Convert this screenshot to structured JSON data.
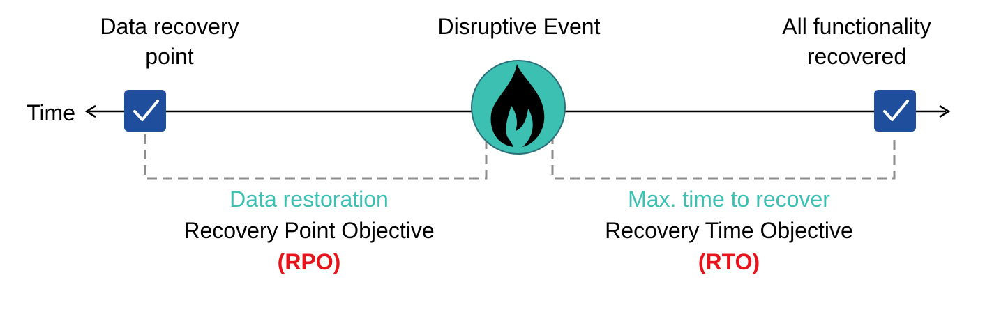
{
  "labels": {
    "time": "Time",
    "start_point_line1": "Data recovery",
    "start_point_line2": "point",
    "event": "Disruptive Event",
    "end_point_line1": "All functionality",
    "end_point_line2": "recovered"
  },
  "spans": {
    "rpo": {
      "description": "Data restoration",
      "name": "Recovery Point Objective",
      "abbrev": "(RPO)"
    },
    "rto": {
      "description": "Max. time to recover",
      "name": "Recovery Time Objective",
      "abbrev": "(RTO)"
    }
  },
  "icons": {
    "start_marker": "checkbox-checked-icon",
    "event_marker": "flame-icon",
    "end_marker": "checkbox-checked-icon"
  },
  "colors": {
    "checkbox_fill": "#1f4e9c",
    "event_fill": "#3cc0b2",
    "description_text": "#3cc0b2",
    "abbrev_text": "#e8141b",
    "dashed_line": "#8c8c8c"
  }
}
